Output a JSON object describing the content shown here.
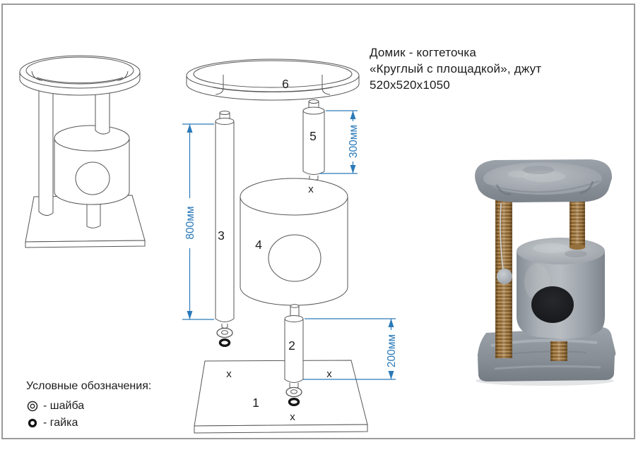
{
  "title": {
    "line1": "Домик - когтеточка",
    "line2": "«Круглый с площадкой», джут",
    "line3": "520x520x1050"
  },
  "legend": {
    "heading": "Условные обозначения:",
    "washer": "- шайба",
    "nut": "- гайка"
  },
  "diagram": {
    "part_labels": {
      "base": "1",
      "lower_post": "2",
      "long_post": "3",
      "house": "4",
      "upper_post": "5",
      "platform": "6"
    },
    "dimensions": {
      "long_post": "800мм",
      "upper_post": "300мм",
      "lower_post": "200мм"
    },
    "hole_mark": "x",
    "dimension_color": "#2b7ab9",
    "line_color": "#4f4f4f"
  },
  "photo": {
    "plush_grey": "#9aa1a8",
    "jute_brown": "#a87c44",
    "hole_dark": "#17191c"
  }
}
